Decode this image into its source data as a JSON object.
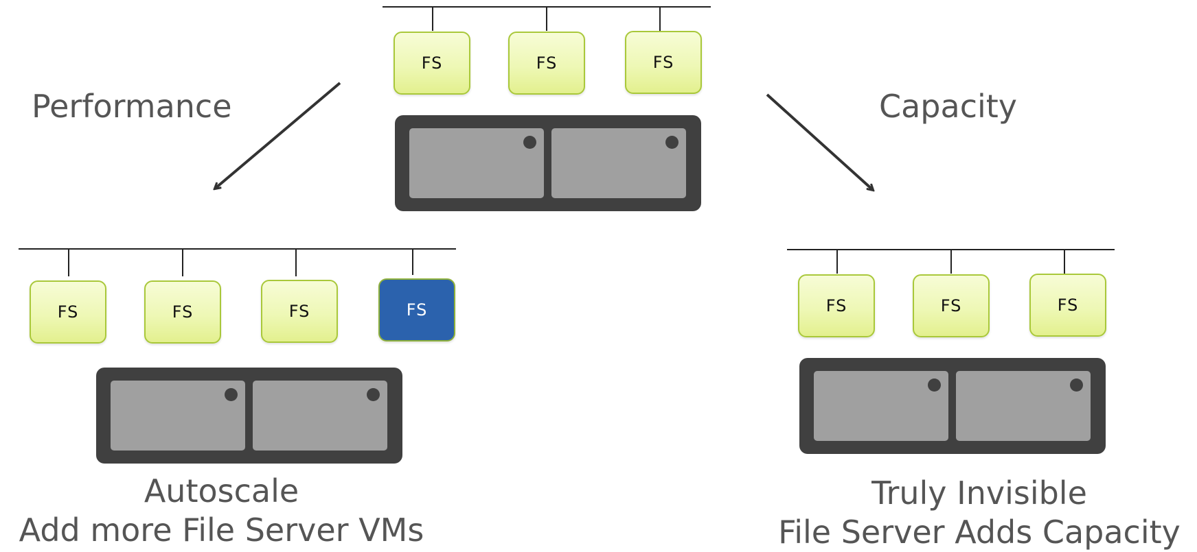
{
  "diagram": {
    "left_label": "Performance",
    "right_label": "Capacity",
    "top_cluster": {
      "nodes": [
        "FS",
        "FS",
        "FS"
      ]
    },
    "left_cluster": {
      "nodes": [
        "FS",
        "FS",
        "FS",
        "FS"
      ],
      "new_node_index": 3
    },
    "right_cluster": {
      "nodes": [
        "FS",
        "FS",
        "FS"
      ]
    },
    "left_caption": {
      "line1": "Autoscale",
      "line2": "Add more File Server VMs"
    },
    "right_caption": {
      "line1": "Truly Invisible",
      "line2": "File Server Adds Capacity"
    },
    "colors": {
      "node_fill": "#eef8b6",
      "node_border": "#a9c83a",
      "new_node_fill": "#2b62ad",
      "storage_frame": "#404040",
      "disk_fill": "#a0a0a0",
      "text": "#555555"
    }
  }
}
